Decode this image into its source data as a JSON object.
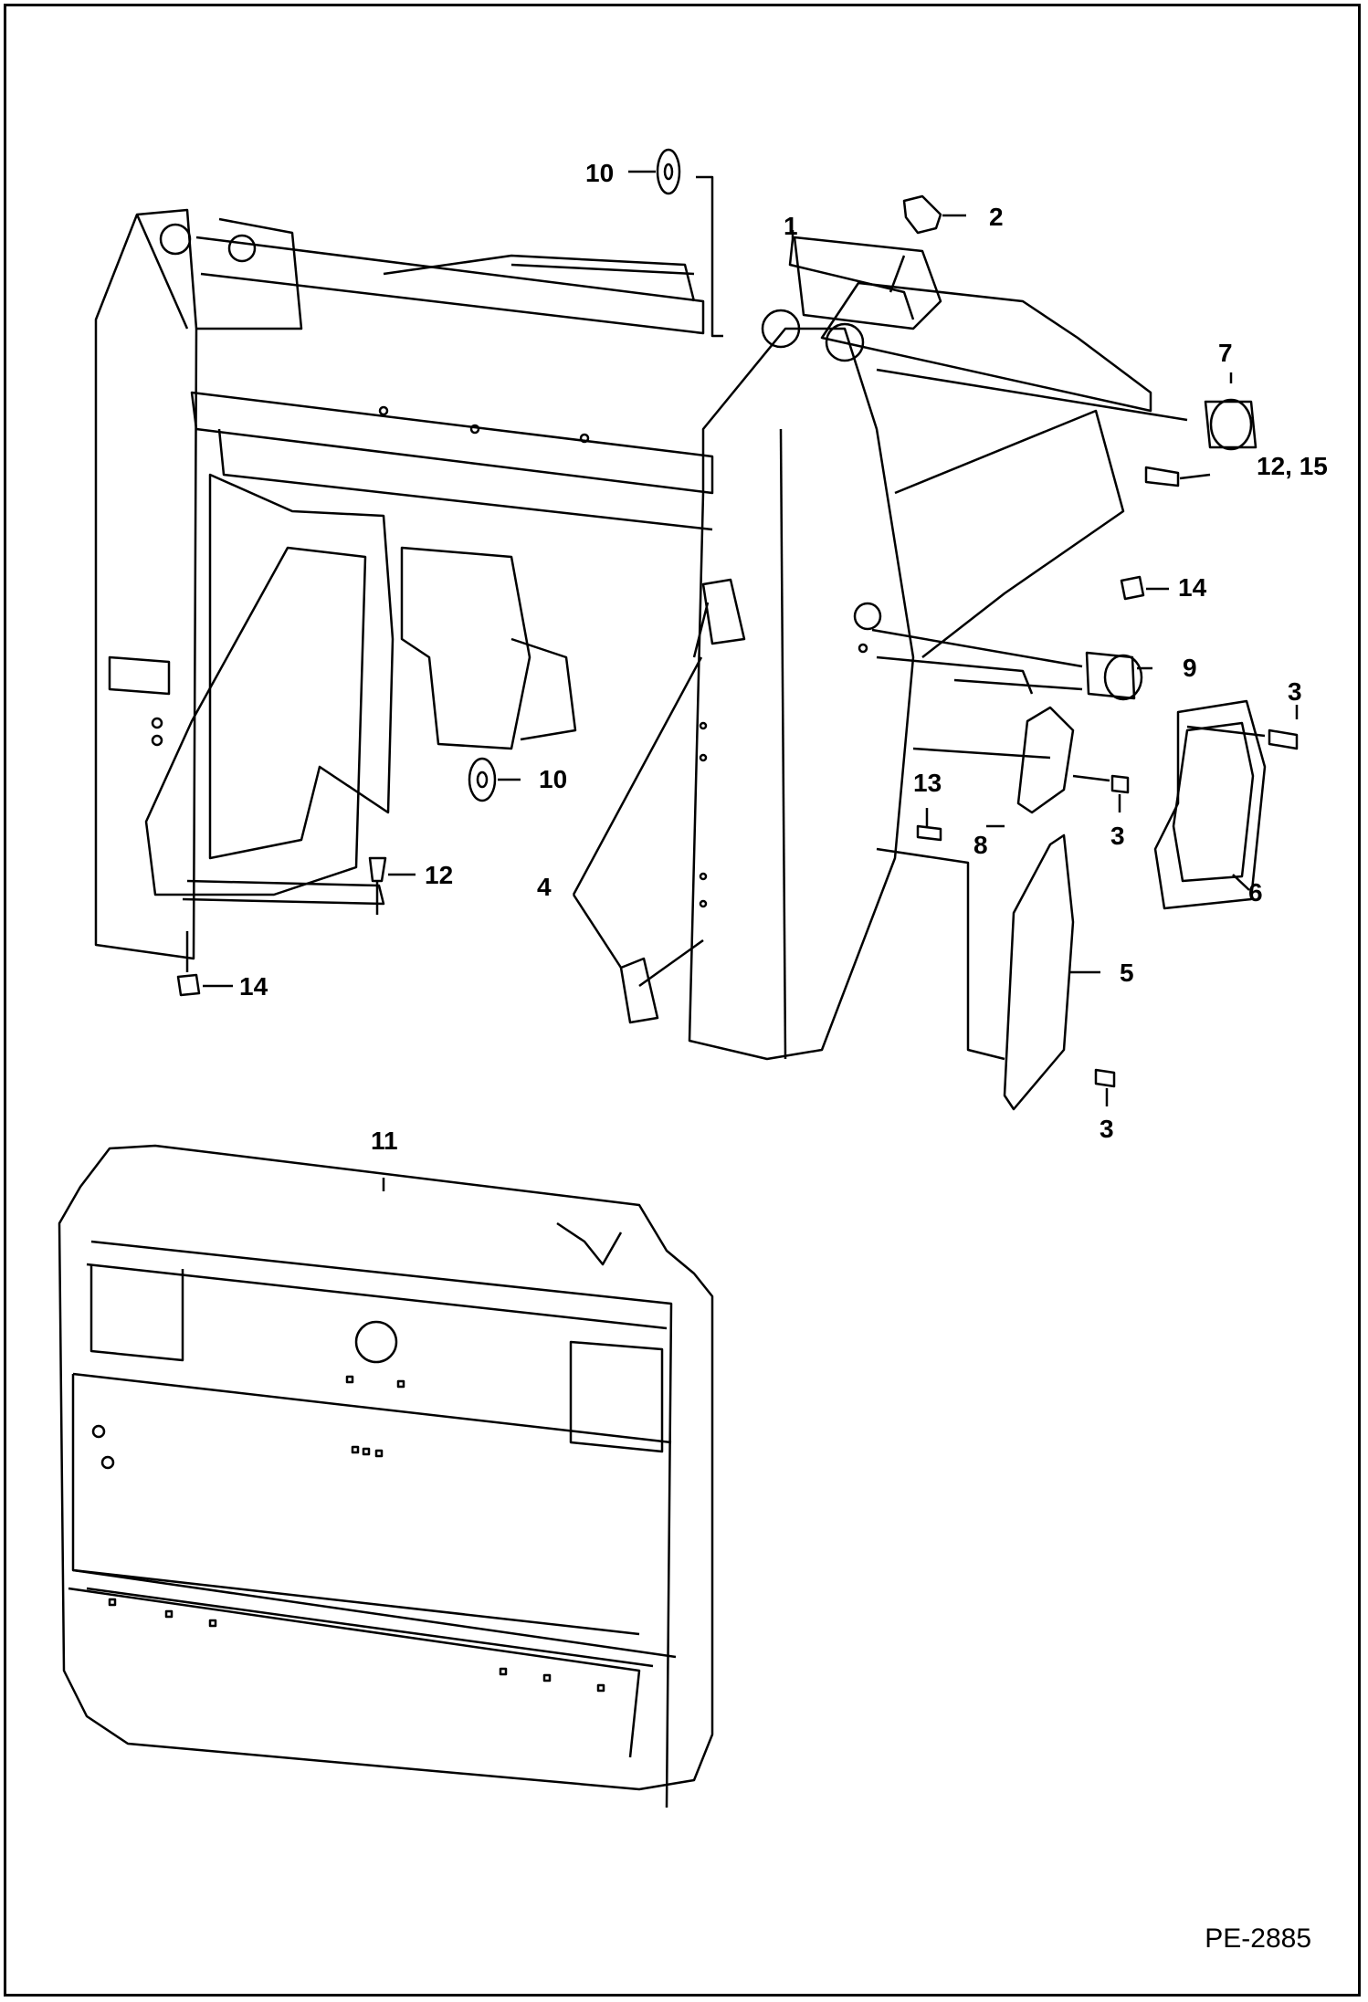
{
  "diagram": {
    "drawing_code": "PE-2885",
    "callouts": {
      "c1": "1",
      "c2": "2",
      "c3a": "3",
      "c3b": "3",
      "c3c": "3",
      "c4": "4",
      "c5": "5",
      "c6": "6",
      "c7": "7",
      "c8": "8",
      "c9": "9",
      "c10a": "10",
      "c10b": "10",
      "c11": "11",
      "c12a": "12, 15",
      "c12b": "12",
      "c13": "13",
      "c14a": "14",
      "c14b": "14"
    },
    "colors": {
      "line": "#000000",
      "background": "#ffffff",
      "panel_shade": "#ffffff"
    }
  }
}
